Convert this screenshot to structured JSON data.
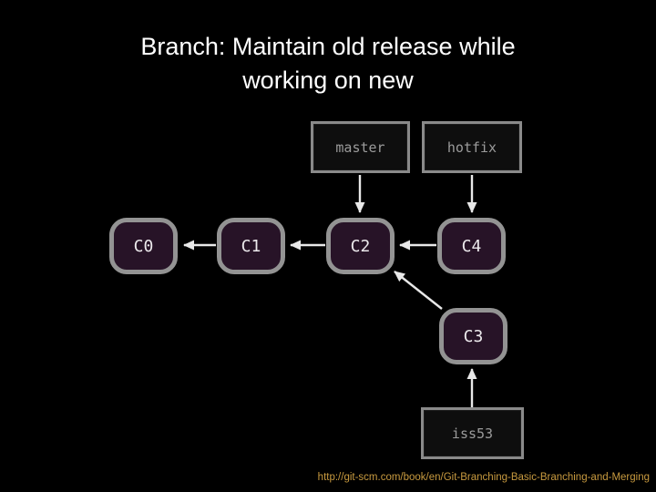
{
  "title": {
    "line1": "Branch: Maintain old release while",
    "line2": "working on new"
  },
  "diagram": {
    "refs": {
      "master": "master",
      "hotfix": "hotfix",
      "iss53": "iss53"
    },
    "commits": {
      "c0": "C0",
      "c1": "C1",
      "c2": "C2",
      "c3": "C3",
      "c4": "C4"
    }
  },
  "footer": {
    "url": "http://git-scm.com/book/en/Git-Branching-Basic-Branching-and-Merging"
  },
  "colors": {
    "background": "#000000",
    "title_text": "#ffffff",
    "commit_node_fill": "#271327",
    "commit_node_border": "#939393",
    "commit_text": "#ece9ec",
    "ref_box_fill": "#0e0e0e",
    "ref_box_border": "#8a8a8a",
    "ref_text": "#9b9b9b",
    "arrow": "#e8e8e8",
    "footer_text": "#c89a3f"
  }
}
